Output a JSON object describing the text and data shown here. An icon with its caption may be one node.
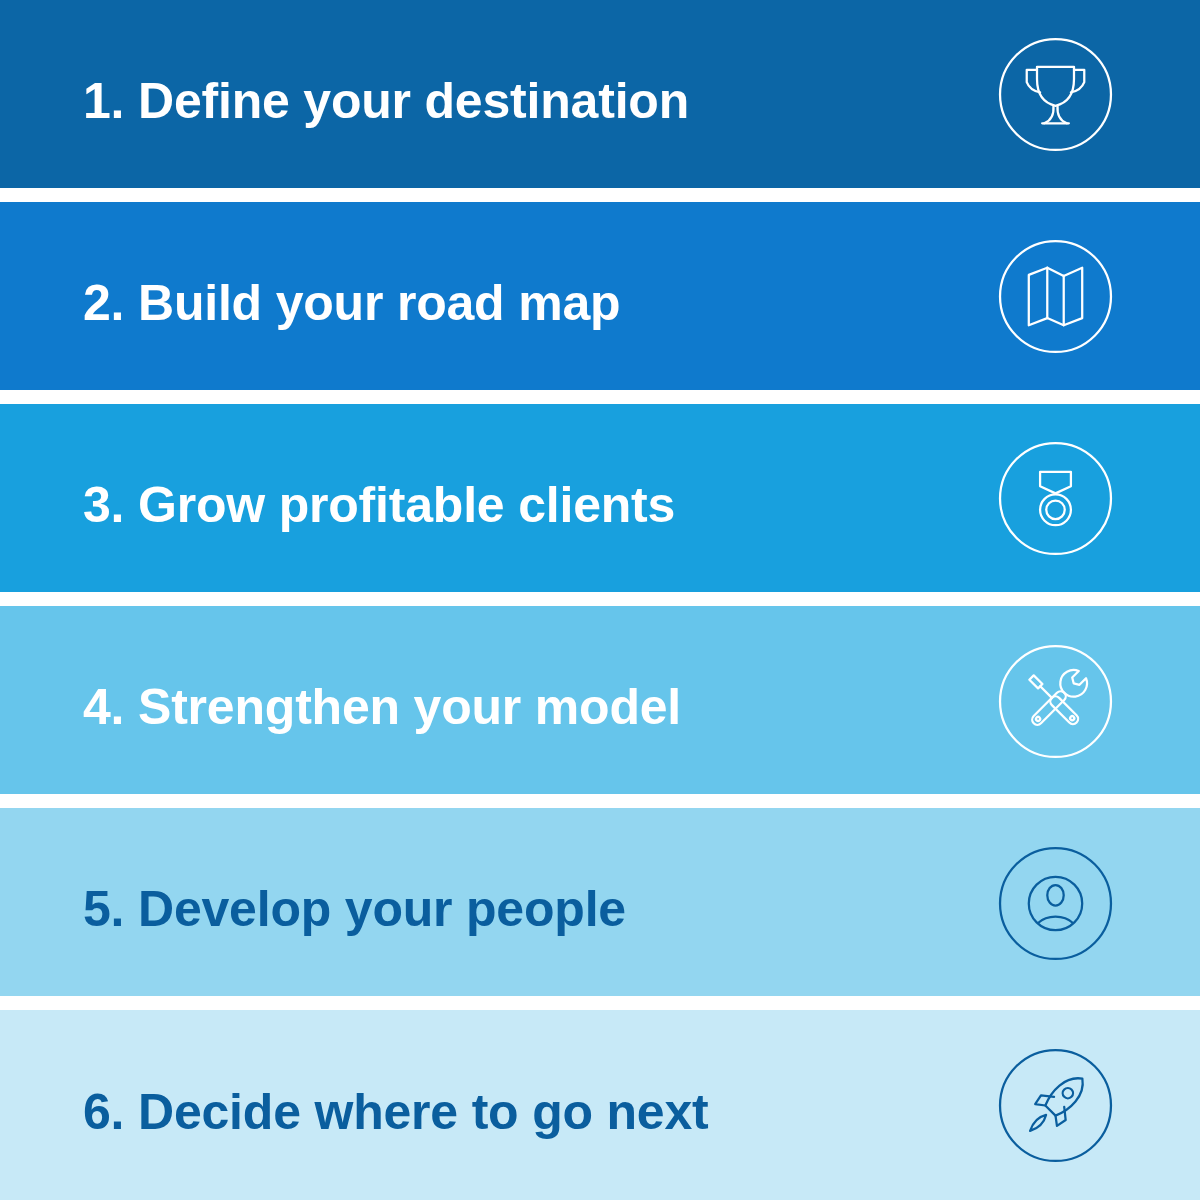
{
  "diagram": {
    "nodes": [
      {
        "text": [
          "1. Define your destination"
        ]
      },
      {
        "text": [
          "2. Build your road map"
        ]
      },
      {
        "text": [
          "3. Grow profitable clients"
        ]
      },
      {
        "text": [
          "4. Strengthen your model"
        ]
      },
      {
        "text": [
          "5. Develop your people"
        ]
      },
      {
        "text": [
          "6. Decide where to go next"
        ]
      }
    ]
  }
}
